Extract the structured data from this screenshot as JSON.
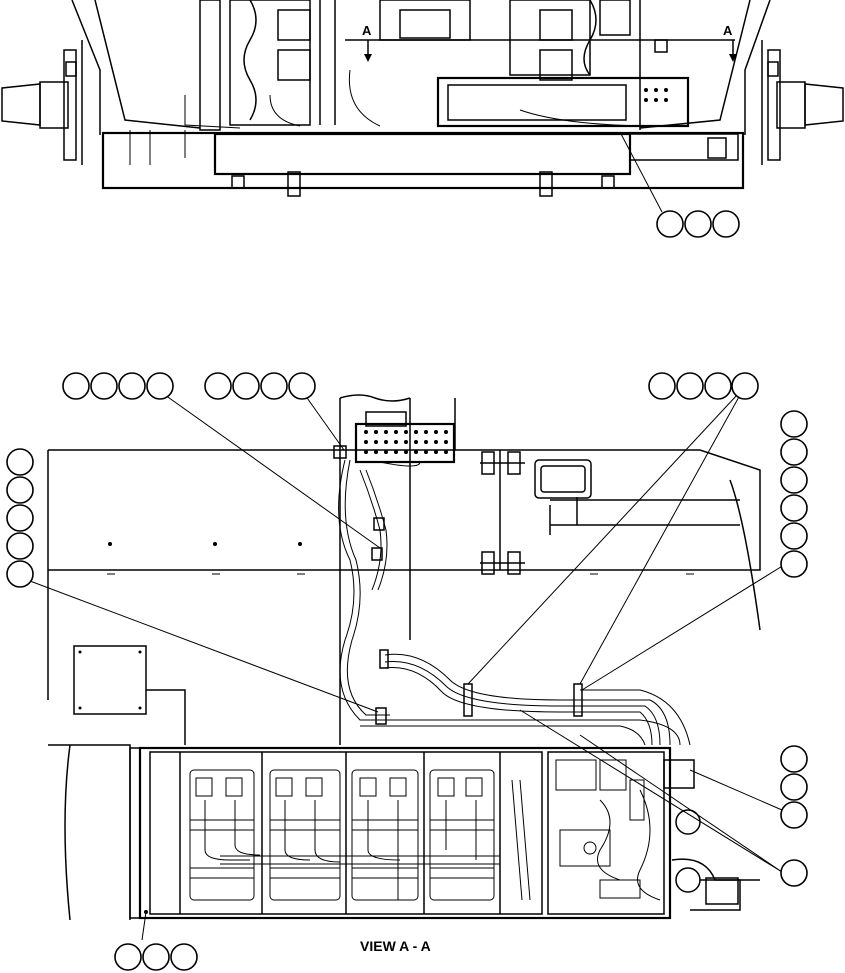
{
  "top_view": {
    "section_marker_left": "A",
    "section_marker_right": "A"
  },
  "view_title": "VIEW A - A"
}
